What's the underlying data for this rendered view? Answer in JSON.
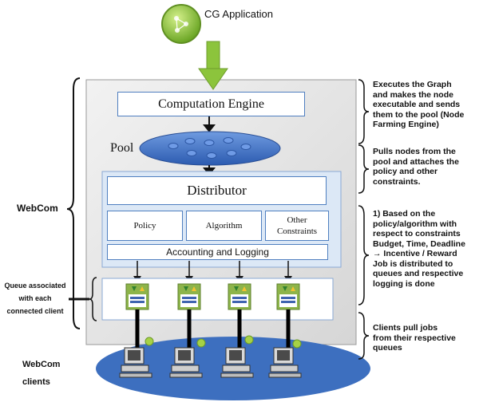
{
  "app": {
    "label": "CG Application"
  },
  "webcom": {
    "label": "WebCom",
    "computation_engine": "Computation Engine",
    "pool": "Pool",
    "distributor": "Distributor",
    "policy": "Policy",
    "algorithm": "Algorithm",
    "other_constraints": "Other\nConstraints",
    "accounting": "Accounting and Logging"
  },
  "queue_label": "Queue associated\nwith each\nconnected client",
  "clients_label": "WebCom\nclients",
  "notes": [
    "Executes the Graph\nand makes the node\nexecutable and sends\nthem to the pool  (Node\nFarming Engine)",
    "Pulls nodes from the\npool and attaches the\npolicy and other\nconstraints.",
    "1) Based on the\npolicy/algorithm with\nrespect to constraints\nBudget, Time, Deadline\n→ Incentive / Reward\nJob is distributed to\nqueues and respective\nlogging is done",
    "Clients pull jobs\nfrom their respective\nqueues"
  ],
  "colors": {
    "pool_blue": "#3f72c8",
    "client_ellipse": "#3d6fbf",
    "queue_green": "#8db44a",
    "app_green": "#8cc43c",
    "panel_gray": "#e6e6e6",
    "distributor_bg": "#dce8f6"
  }
}
